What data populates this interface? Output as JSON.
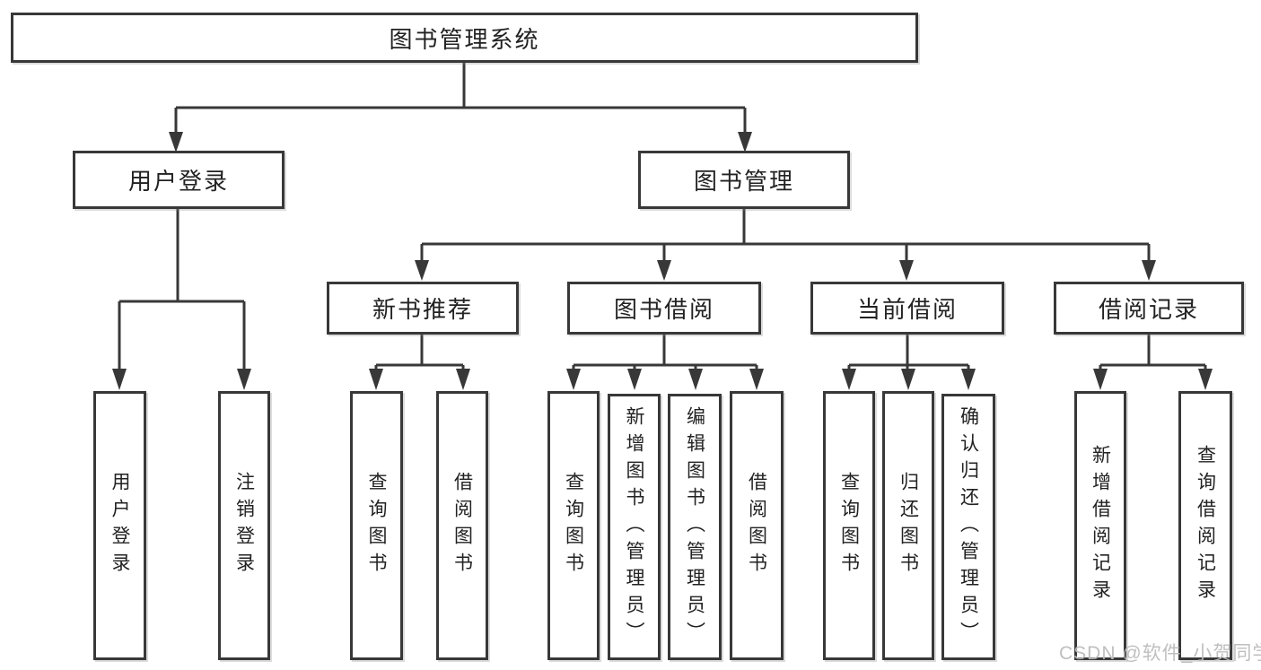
{
  "tree": {
    "root": {
      "label": "图书管理系统"
    },
    "level2": [
      {
        "label": "用户登录",
        "children": [
          {
            "label": "用户登录"
          },
          {
            "label": "注销登录"
          }
        ]
      },
      {
        "label": "图书管理",
        "children": [
          {
            "label": "新书推荐",
            "children": [
              {
                "label": "查询图书"
              },
              {
                "label": "借阅图书"
              }
            ]
          },
          {
            "label": "图书借阅",
            "children": [
              {
                "label": "查询图书"
              },
              {
                "label": "新增图书（管理员）"
              },
              {
                "label": "编辑图书（管理员）"
              },
              {
                "label": "借阅图书"
              }
            ]
          },
          {
            "label": "当前借阅",
            "children": [
              {
                "label": "查询图书"
              },
              {
                "label": "归还图书"
              },
              {
                "label": "确认归还（管理员）"
              }
            ]
          },
          {
            "label": "借阅记录",
            "children": [
              {
                "label": "新增借阅记录"
              },
              {
                "label": "查询借阅记录"
              }
            ]
          }
        ]
      }
    ]
  },
  "watermark": {
    "text": "CSDN @软件_小贺同学"
  },
  "colors": {
    "line": "#383838",
    "text": "#222222",
    "watermark": "#bcbcbc",
    "background": "#ffffff"
  }
}
